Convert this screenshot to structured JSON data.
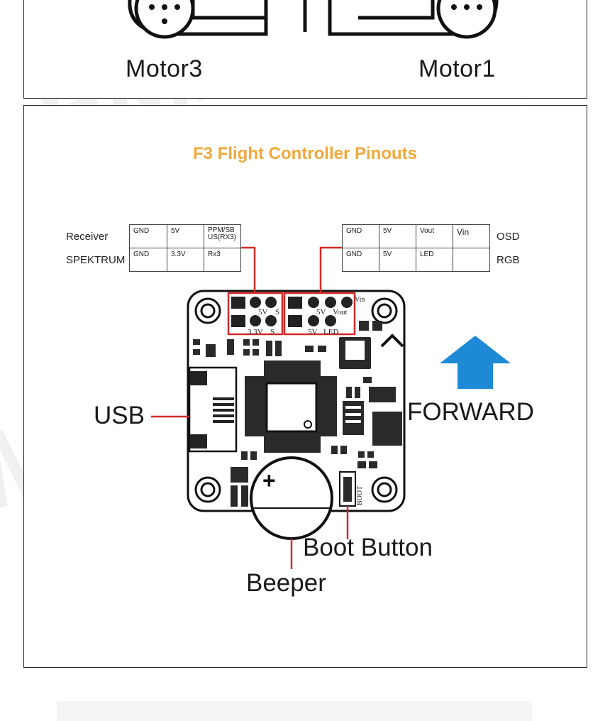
{
  "motors": {
    "left": "Motor3",
    "right": "Motor1"
  },
  "title": "F3 Flight Controller Pinouts",
  "left_table": {
    "row_labels": [
      "Receiver",
      "SPEKTRUM"
    ],
    "rows": [
      [
        "GND",
        "5V",
        "PPM/SB US(RX3)"
      ],
      [
        "GND",
        "3.3V",
        "Rx3"
      ]
    ]
  },
  "right_table": {
    "row_labels": [
      "OSD",
      "RGB"
    ],
    "rows": [
      [
        "GND",
        "5V",
        "Vout",
        "Vin"
      ],
      [
        "GND",
        "5V",
        "LED",
        ""
      ]
    ]
  },
  "board_silkscreen": {
    "left_top": "5V",
    "left_top_s": "S",
    "left_bottom": "3.3V",
    "left_bottom_s": "S",
    "right_top": "5V",
    "right_top_vout": "Vout",
    "right_vin": "Vin",
    "right_bottom": "5V",
    "right_bottom_led": "LED",
    "boot": "BOOT",
    "plus": "+"
  },
  "callouts": {
    "usb": "USB",
    "forward": "FORWARD",
    "boot_button": "Boot Button",
    "beeper": "Beeper"
  },
  "colors": {
    "title": "#f0a83a",
    "leader": "#d42a2a",
    "arrow": "#1e8ad6",
    "watermark": "#ececec"
  },
  "icons": {
    "forward": "up-arrow-icon"
  }
}
